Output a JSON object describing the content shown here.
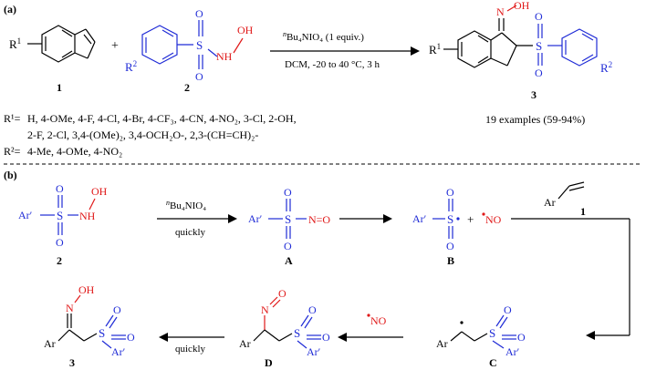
{
  "colors": {
    "black": "#000000",
    "blue": "#1f2bd6",
    "red": "#e01818"
  },
  "panel_a": {
    "label": "(a)",
    "reagent_top": "Bu₄NIO₄ (1 equiv.)",
    "reagent_top_prefix": "n",
    "conditions": "DCM, -20 to 40 °C, 3 h",
    "cmpd1": "1",
    "cmpd2": "2",
    "cmpd3": "3",
    "plus": "+",
    "examples": "19 examples (59-94%)",
    "r1_label": "R¹=",
    "r1_line1": "H, 4-OMe, 4-F, 4-Cl, 4-Br, 4-CF₃, 4-CN, 4-NO₂, 3-Cl, 2-OH,",
    "r1_line2": "2-F, 2-Cl, 3,4-(OMe)₂, 3,4-OCH₂O-, 2,3-(CH=CH)₂-",
    "r2_label": "R²=",
    "r2_line": "4-Me, 4-OMe, 4-NO₂"
  },
  "panel_b": {
    "label": "(b)",
    "reagent": "Bu₄NIO₄",
    "reagent_prefix": "n",
    "quickly_1": "quickly",
    "quickly_2": "quickly",
    "cmpd2": "2",
    "A": "A",
    "B": "B",
    "C": "C",
    "D": "D",
    "cmpd1": "1",
    "cmpd3": "3",
    "plus": "+",
    "no_radical": "NO"
  },
  "atoms": {
    "ar_prime": "Ar′",
    "ar": "Ar",
    "S": "S",
    "O": "O",
    "N": "N",
    "NH": "NH",
    "OH": "OH",
    "N_eq_O": "N=O",
    "R1": "R",
    "R1_sup": "1",
    "R2": "R",
    "R2_sup": "2"
  }
}
